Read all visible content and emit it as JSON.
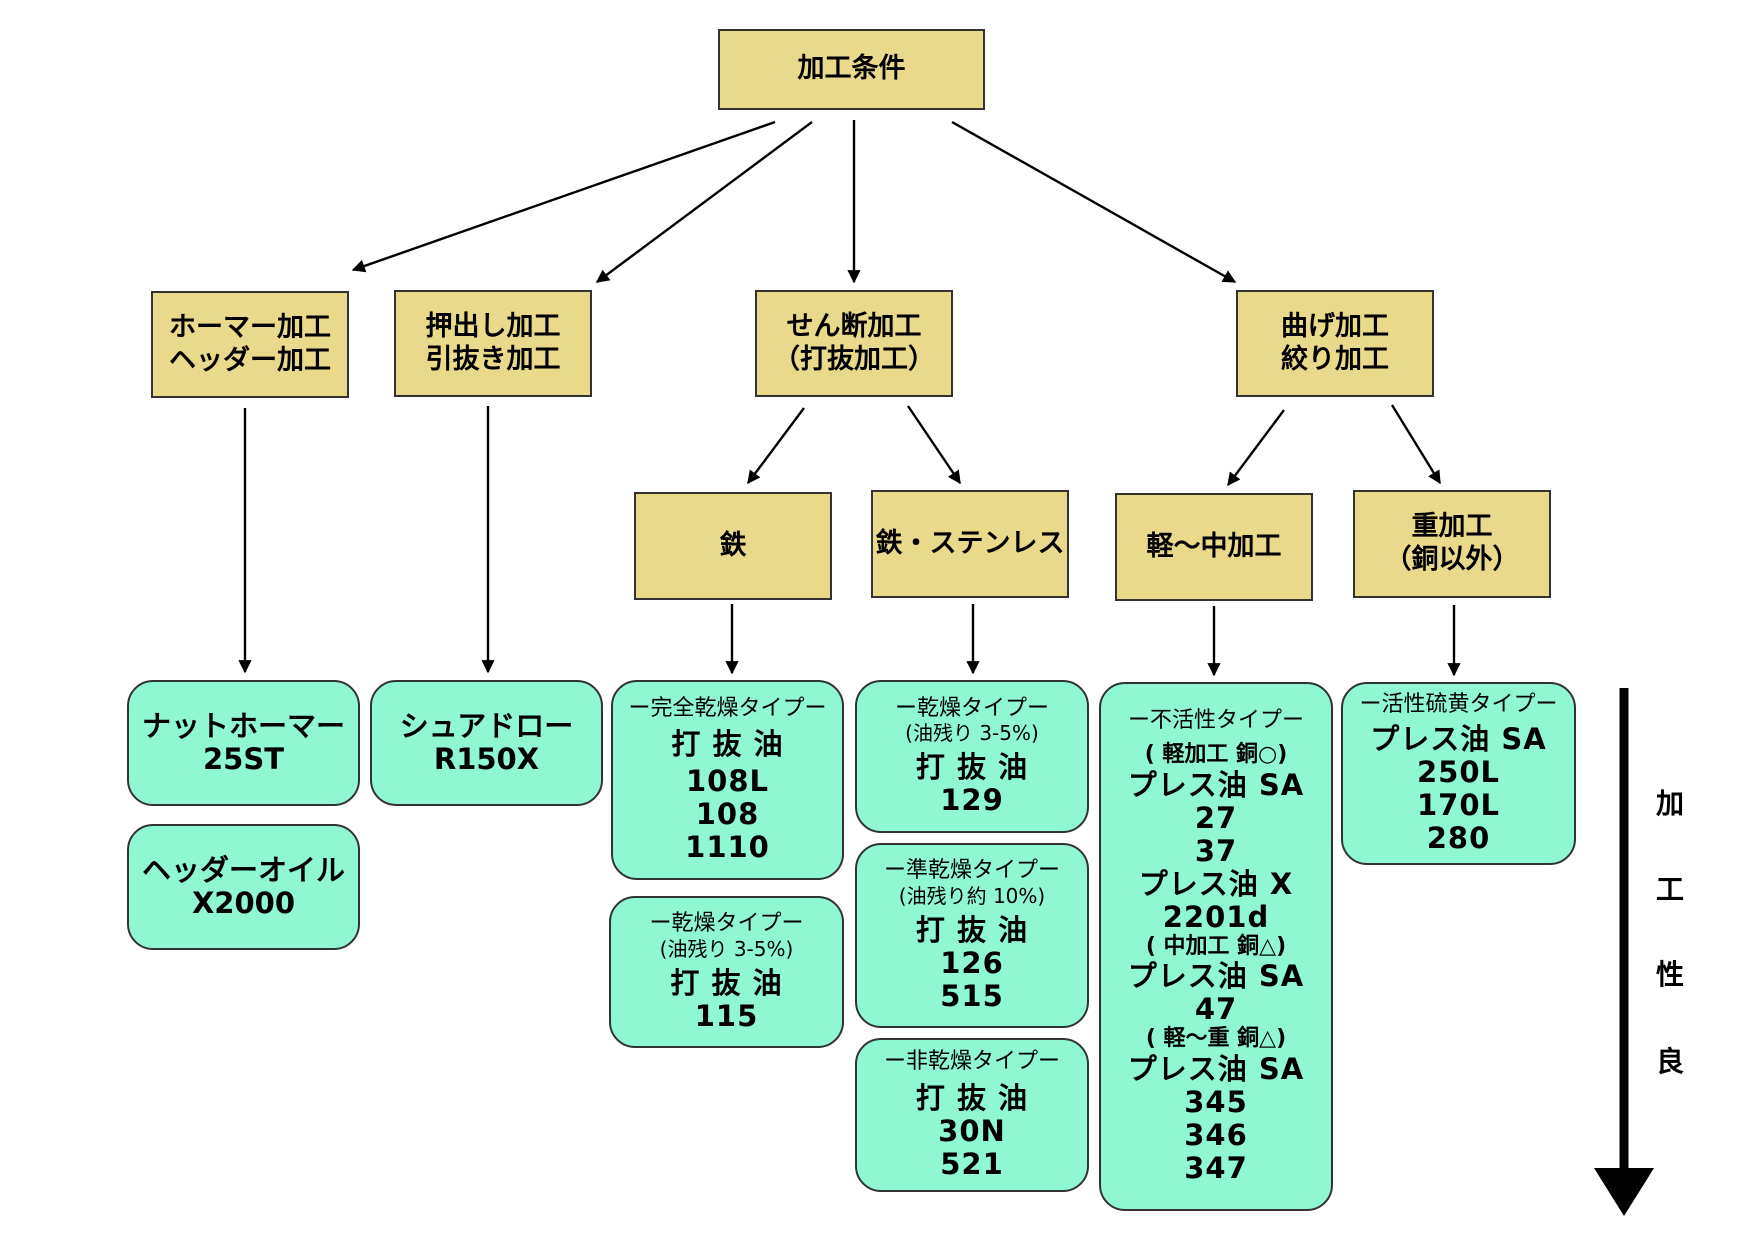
{
  "root": {
    "label": "加工条件"
  },
  "categories": {
    "hormer": {
      "line1": "ホーマー加工",
      "line2": "ヘッダー加工"
    },
    "extrude": {
      "line1": "押出し加工",
      "line2": "引抜き加工"
    },
    "shear": {
      "line1": "せん断加工",
      "line2": "（打抜加工）"
    },
    "bend": {
      "line1": "曲げ加工",
      "line2": "絞り加工"
    }
  },
  "subcategories": {
    "iron": {
      "label": "鉄"
    },
    "iron_stainless": {
      "label": "鉄・ステンレス"
    },
    "light_medium": {
      "label": "軽〜中加工"
    },
    "heavy": {
      "line1": "重加工",
      "line2": "（銅以外）"
    }
  },
  "products": {
    "nut_hormer": {
      "line1": "ナットホーマー",
      "line2": "25ST"
    },
    "header_oil": {
      "line1": "ヘッダーオイル",
      "line2": "X2000"
    },
    "sure_draw": {
      "line1": "シュアドロー",
      "line2": "R150X"
    },
    "full_dry": {
      "type": "ー完全乾燥タイプー",
      "name": "打 抜 油",
      "values": [
        "108L",
        "108",
        "1110"
      ]
    },
    "dry_iron": {
      "type": "ー乾燥タイプー",
      "note": "(油残り 3-5%)",
      "name": "打 抜 油",
      "values": [
        "115"
      ]
    },
    "dry_stainless": {
      "type": "ー乾燥タイプー",
      "note": "(油残り 3-5%)",
      "name": "打 抜 油",
      "values": [
        "129"
      ]
    },
    "semi_dry": {
      "type": "ー準乾燥タイプー",
      "note": "(油残り約 10%)",
      "name": "打 抜 油",
      "values": [
        "126",
        "515"
      ]
    },
    "non_dry": {
      "type": "ー非乾燥タイプー",
      "name": "打 抜 油",
      "values": [
        "30N",
        "521"
      ]
    },
    "inactive": {
      "type": "ー不活性タイプー",
      "group1": {
        "note": "( 軽加工  銅○)",
        "name": "プレス油 SA",
        "values": [
          "27",
          "37"
        ]
      },
      "group2": {
        "name": "プレス油 X",
        "values": [
          "2201d"
        ]
      },
      "group3": {
        "note": "( 中加工  銅△)",
        "name": "プレス油 SA",
        "values": [
          "47"
        ]
      },
      "group4": {
        "note": "( 軽〜重  銅△)",
        "name": "プレス油 SA",
        "values": [
          "345",
          "346",
          "347"
        ]
      }
    },
    "active_sulfur": {
      "type": "ー活性硫黄タイプー",
      "name": "プレス油 SA",
      "values": [
        "250L",
        "170L",
        "280"
      ]
    }
  },
  "workability_label": [
    "加",
    "工",
    "性",
    "良"
  ],
  "colors": {
    "category_fill": "#e8d98b",
    "product_fill": "#8ff7d2",
    "border": "#333333",
    "arrow": "#000000"
  }
}
